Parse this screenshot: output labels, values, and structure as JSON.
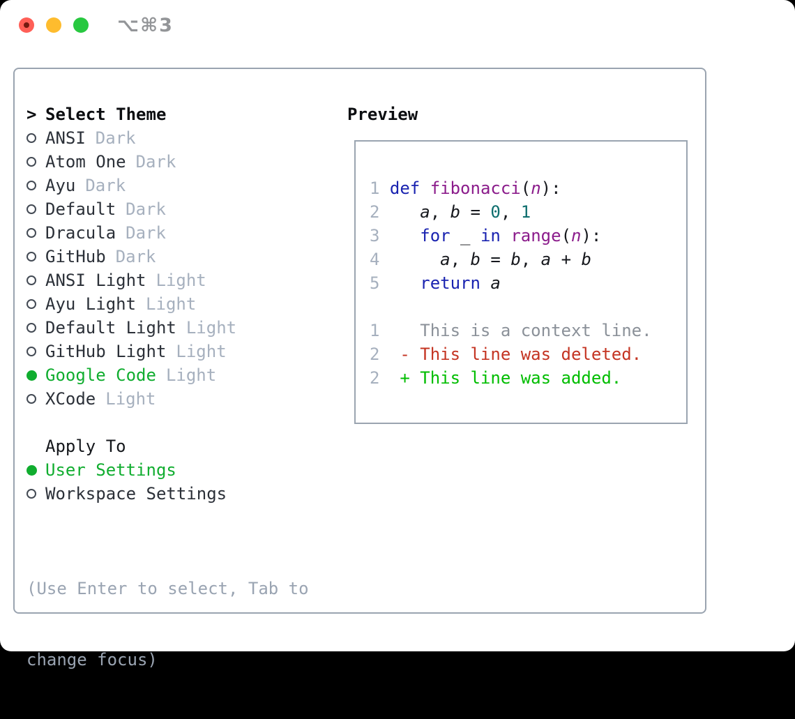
{
  "window": {
    "title": "⌥⌘3",
    "traffic_lights": [
      "close",
      "minimize",
      "zoom"
    ]
  },
  "colors": {
    "accent_green": "#10ad2f",
    "added_green": "#00bd00",
    "deleted_red": "#c43422",
    "keyword_blue": "#1a23b0",
    "function_purple": "#8b1c8b",
    "number_teal": "#0e6e6e",
    "muted_gray": "#a6b0be",
    "context_gray": "#8b9199",
    "text_dark": "#2b3038",
    "heading_black": "#0c0e11",
    "hint_gray": "#9aa4b2",
    "border_gray": "#9aa4b0",
    "title_gray": "#939598",
    "traffic_red": "#ff5f57",
    "traffic_yellow": "#febc2e",
    "traffic_green": "#28c840"
  },
  "theme_panel": {
    "header_prefix": ">",
    "header": "Select Theme",
    "themes": [
      {
        "name": "ANSI",
        "tag": "Dark",
        "selected": false
      },
      {
        "name": "Atom One",
        "tag": "Dark",
        "selected": false
      },
      {
        "name": "Ayu",
        "tag": "Dark",
        "selected": false
      },
      {
        "name": "Default",
        "tag": "Dark",
        "selected": false
      },
      {
        "name": "Dracula",
        "tag": "Dark",
        "selected": false
      },
      {
        "name": "GitHub",
        "tag": "Dark",
        "selected": false
      },
      {
        "name": "ANSI Light",
        "tag": "Light",
        "selected": false
      },
      {
        "name": "Ayu Light",
        "tag": "Light",
        "selected": false
      },
      {
        "name": "Default Light",
        "tag": "Light",
        "selected": false
      },
      {
        "name": "GitHub Light",
        "tag": "Light",
        "selected": false
      },
      {
        "name": "Google Code",
        "tag": "Light",
        "selected": true
      },
      {
        "name": "XCode",
        "tag": "Light",
        "selected": false
      }
    ],
    "apply_to": {
      "header": "Apply To",
      "options": [
        {
          "name": "User Settings",
          "selected": true
        },
        {
          "name": "Workspace Settings",
          "selected": false
        }
      ]
    },
    "hint_line1": "(Use Enter to select, Tab to",
    "hint_line2": "change focus)"
  },
  "preview": {
    "header": "Preview",
    "lines": [
      {
        "g": "1",
        "seg": [
          [
            "kw",
            "def"
          ],
          [
            "pl",
            " "
          ],
          [
            "fn",
            "fibonacci"
          ],
          [
            "pl",
            "("
          ],
          [
            "pa",
            "n"
          ],
          [
            "pl",
            "):"
          ]
        ]
      },
      {
        "g": "2",
        "seg": [
          [
            "pl",
            "   "
          ],
          [
            "va",
            "a"
          ],
          [
            "pl",
            ", "
          ],
          [
            "va",
            "b"
          ],
          [
            "pl",
            " = "
          ],
          [
            "nu",
            "0"
          ],
          [
            "pl",
            ", "
          ],
          [
            "nu",
            "1"
          ]
        ]
      },
      {
        "g": "3",
        "seg": [
          [
            "pl",
            "   "
          ],
          [
            "kw",
            "for"
          ],
          [
            "pl",
            " _ "
          ],
          [
            "kw",
            "in"
          ],
          [
            "pl",
            " "
          ],
          [
            "fn",
            "range"
          ],
          [
            "pl",
            "("
          ],
          [
            "pa",
            "n"
          ],
          [
            "pl",
            "):"
          ]
        ]
      },
      {
        "g": "4",
        "seg": [
          [
            "pl",
            "     "
          ],
          [
            "va",
            "a"
          ],
          [
            "pl",
            ", "
          ],
          [
            "va",
            "b"
          ],
          [
            "pl",
            " = "
          ],
          [
            "va",
            "b"
          ],
          [
            "pl",
            ", "
          ],
          [
            "va",
            "a"
          ],
          [
            "pl",
            " + "
          ],
          [
            "va",
            "b"
          ]
        ]
      },
      {
        "g": "5",
        "seg": [
          [
            "pl",
            "   "
          ],
          [
            "kw",
            "return"
          ],
          [
            "pl",
            " "
          ],
          [
            "va",
            "a"
          ]
        ]
      },
      {
        "g": "",
        "seg": []
      },
      {
        "g": "1",
        "seg": [
          [
            "cx",
            "   This is a context line."
          ]
        ]
      },
      {
        "g": "2",
        "seg": [
          [
            "de",
            " - This line was deleted."
          ]
        ]
      },
      {
        "g": "2",
        "seg": [
          [
            "ad",
            " + This line was added."
          ]
        ]
      }
    ]
  }
}
